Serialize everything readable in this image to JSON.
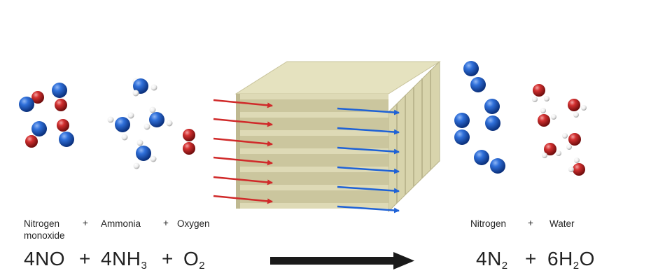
{
  "colors": {
    "nitrogen_atom": "#1554c4",
    "oxygen_atom": "#c42323",
    "hydrogen_atom": "#f4f4f4",
    "inflow_arrow": "#d02a2a",
    "outflow_arrow": "#1f62d6",
    "catalyst_face": "#ddd9b2",
    "catalyst_top": "#e8e5c2",
    "reaction_arrow": "#1a1a1a"
  },
  "labels": {
    "nitrogen_monoxide": [
      "Nitrogen",
      "monoxide"
    ],
    "plus1": "+",
    "ammonia": "Ammonia",
    "plus2": "+",
    "oxygen": "Oxygen",
    "nitrogen": "Nitrogen",
    "plus3": "+",
    "water": "Water"
  },
  "equation": {
    "left": {
      "t1": "4NO",
      "p1": "+",
      "t2_main": "4NH",
      "t2_sub": "3",
      "p2": "+",
      "t3_main": "O",
      "t3_sub": "2"
    },
    "right": {
      "t1_main": "4N",
      "t1_sub": "2",
      "p1": "+",
      "t2_a": "6H",
      "t2_sub": "2",
      "t2_b": "O"
    }
  }
}
